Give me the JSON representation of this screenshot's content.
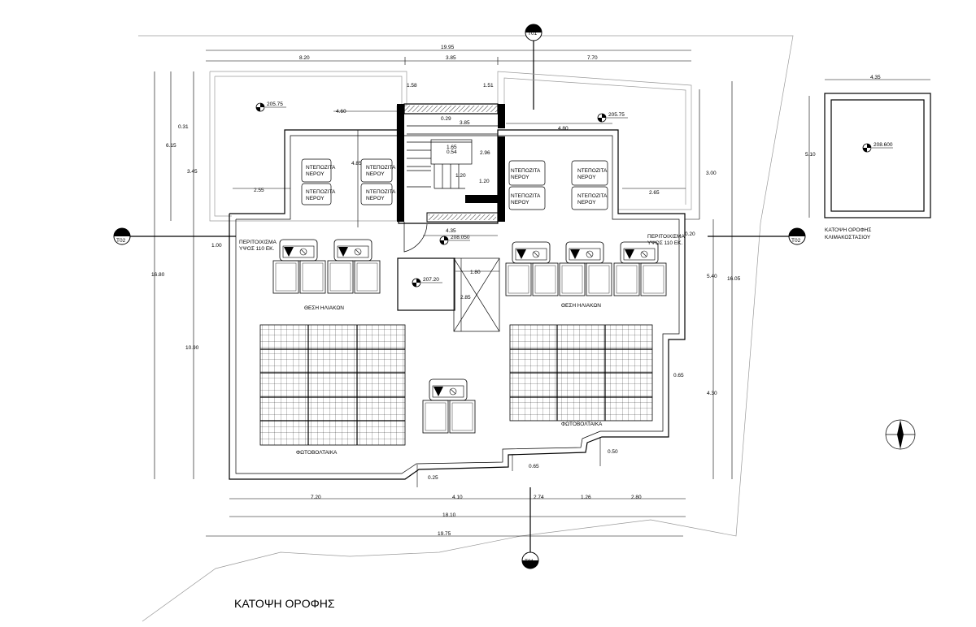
{
  "drawing": {
    "title": "ΚΑΤΟΨΗ ΟΡΟΦΗΣ",
    "stair_title_line1": "ΚΑΤΟΨΗ ΟΡΟΦΗΣ",
    "stair_title_line2": "ΚΛΙΜΑΚΟΣΤΑΣΙΟΥ"
  },
  "sections": {
    "t01": "Τ01",
    "t02": "Τ02"
  },
  "elevations": {
    "roof_left": "205.75",
    "roof_right": "205.75",
    "stair": "208.050",
    "skylight": "207.20",
    "stair_roof": "208.600"
  },
  "labels": {
    "tank1": "ΝΤΕΠΟΖΙΤΑ",
    "tank2": "ΝΕΡΟΥ",
    "parapet1": "ΠΕΡΙΤΟΙΧΙΣΜΑ",
    "parapet2": "ΥΨΟΣ 110 ΕΚ.",
    "solar": "ΘΕΣΗ ΗΛΙΑΚΩΝ",
    "pv": "ΦΩΤΟΒΟΛΤΑΙΚΑ"
  },
  "dims": {
    "top_total": "19.95",
    "top_left": "8.20",
    "top_mid": "3.85",
    "top_right": "7.70",
    "d158": "1.58",
    "d151": "1.51",
    "d460": "4.60",
    "d480": "4.80",
    "d029": "0.29",
    "d385": "3.85",
    "d165": "1.65",
    "d054": "0.54",
    "d296": "2.96",
    "d120a": "1.20",
    "d120b": "1.20",
    "d485": "4.85",
    "d255": "2.55",
    "d265": "2.65",
    "d031": "0.31",
    "d615": "6.15",
    "d345": "3.45",
    "d300": "3.00",
    "d435": "4.35",
    "d100": "1.00",
    "d020": "0.20",
    "d1680": "16.80",
    "d1090": "10.90",
    "d180": "1.80",
    "d285": "2.85",
    "d540": "5.40",
    "d1605": "16.05",
    "d065a": "0.65",
    "d430": "4.30",
    "d050": "0.50",
    "d065b": "0.65",
    "d025": "0.25",
    "b720": "7.20",
    "b410": "4.10",
    "b274": "2.74",
    "b126": "1.26",
    "b280": "2.80",
    "b1810": "18.10",
    "b1975": "19.75",
    "s435": "4.35",
    "s510": "5.10"
  }
}
